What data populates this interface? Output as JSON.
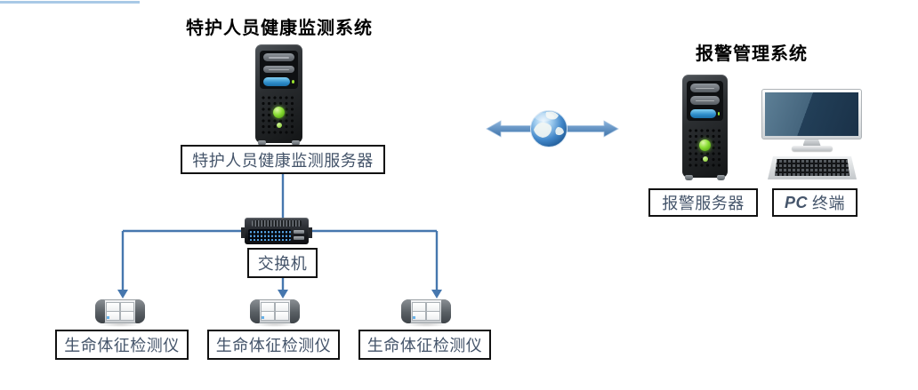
{
  "colors": {
    "connector_blue": "#4677AE",
    "link_arrow_fill": "#4F86C0",
    "accent_line_blue": "#A9C9E6",
    "box_border": "#111111",
    "label_text": "#44546A",
    "title_text": "#000000",
    "led_green": "#7ED321",
    "led_blue": "#58A7EA",
    "screen_navy": "#223F58"
  },
  "left_system": {
    "title": "特护人员健康监测系统",
    "server_label": "特护人员健康监测服务器",
    "switch_label": "交换机",
    "device_labels": [
      "生命体征检测仪",
      "生命体征检测仪",
      "生命体征检测仪"
    ]
  },
  "right_system": {
    "title": "报警管理系统",
    "server_label": "报警服务器",
    "pc_label_en": "PC",
    "pc_label_cn": "终端"
  },
  "icons": {
    "left_server": "server-tower-icon",
    "right_server": "server-tower-icon",
    "switch": "network-switch-icon",
    "device": "vital-signs-monitor-icon",
    "pc": "desktop-computer-icon",
    "keyboard": "keyboard-icon",
    "globe": "internet-globe-icon",
    "link": "bidirectional-arrow"
  }
}
